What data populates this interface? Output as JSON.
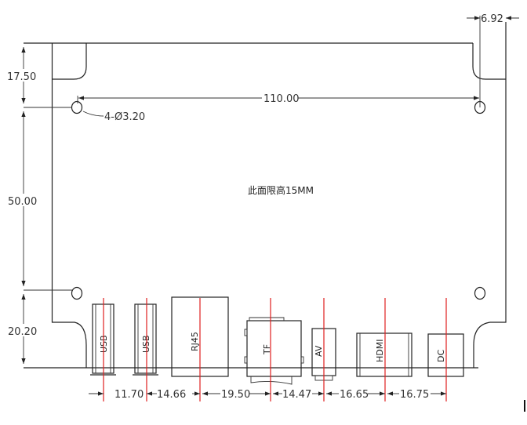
{
  "drawing": {
    "note": "此面限高15MM",
    "hole_spec": "4-Ø3.20",
    "dimensions": {
      "top_right_offset": "6.92",
      "hole_spacing": "110.00",
      "left_top": "17.50",
      "left_middle": "50.00",
      "left_bottom": "20.20"
    },
    "ports": [
      {
        "label": "USB"
      },
      {
        "label": "USB"
      },
      {
        "label": "RJ45"
      },
      {
        "label": "TF"
      },
      {
        "label": "AV"
      },
      {
        "label": "HDMI"
      },
      {
        "label": "DC"
      }
    ],
    "port_spacings": [
      "11.70",
      "14.66",
      "19.50",
      "14.47",
      "16.65",
      "16.75"
    ],
    "colors": {
      "centerline": "#e02020",
      "outline": "#222222"
    }
  }
}
